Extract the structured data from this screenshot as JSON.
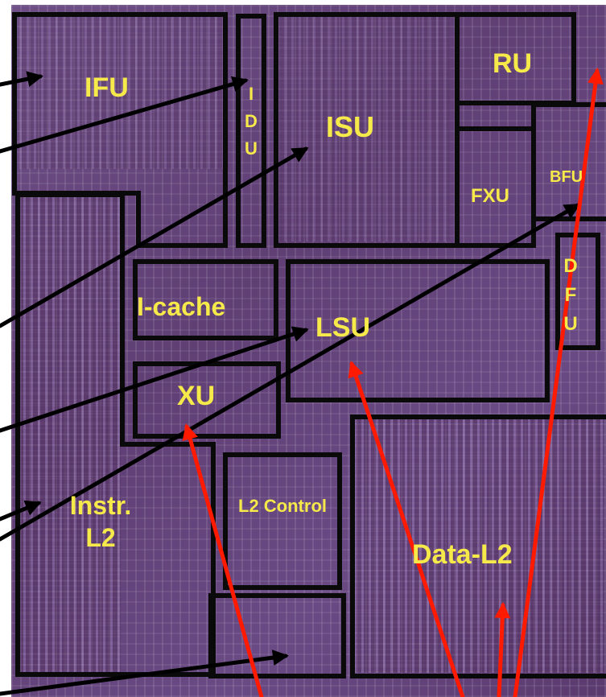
{
  "units": [
    {
      "id": "ifu",
      "label": "IFU"
    },
    {
      "id": "idu",
      "label": "I D U"
    },
    {
      "id": "isu",
      "label": "ISU"
    },
    {
      "id": "ru",
      "label": "RU"
    },
    {
      "id": "bfu",
      "label": "BFU"
    },
    {
      "id": "fxu",
      "label": "FXU"
    },
    {
      "id": "dfu",
      "label": "D F U"
    },
    {
      "id": "icache",
      "label": "I-cache"
    },
    {
      "id": "lsu",
      "label": "LSU"
    },
    {
      "id": "xu",
      "label": "XU"
    },
    {
      "id": "instr_l2",
      "label": "Instr. L2"
    },
    {
      "id": "l2_control",
      "label": "L2 Control"
    },
    {
      "id": "data_l2",
      "label": "Data-L2"
    }
  ],
  "colors": {
    "die": "#6a4a82",
    "block_border": "#0a0a0a",
    "label": "#f6e94a",
    "black_arrow": "#000000",
    "red_arrow": "#ff1a00"
  }
}
